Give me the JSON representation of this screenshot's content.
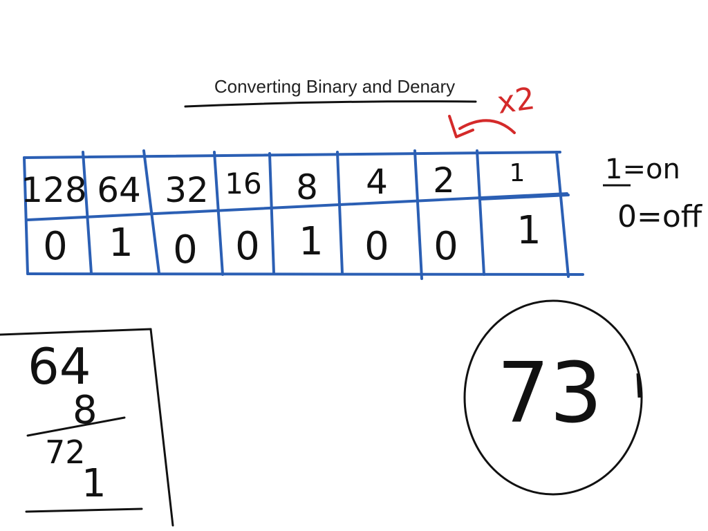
{
  "title": "Converting Binary and Denary",
  "multiplier_note": "x2",
  "table": {
    "place_values": [
      "128",
      "64",
      "32",
      "16",
      "8",
      "4",
      "2",
      "1"
    ],
    "bits": [
      "0",
      "1",
      "0",
      "0",
      "1",
      "0",
      "0",
      "1"
    ]
  },
  "legend": {
    "on": "1=on",
    "off": "0=off"
  },
  "working": {
    "lines": [
      "64",
      "8",
      "72",
      "1"
    ]
  },
  "result": "73",
  "colors": {
    "table": "#2b5fb4",
    "annotation": "#d42a2a",
    "ink": "#111111"
  }
}
